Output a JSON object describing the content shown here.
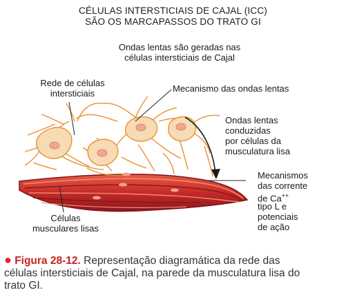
{
  "title": {
    "line1": "CÉLULAS INTERSTICIAIS DE CAJAL (ICC)",
    "line2": "SÃO OS MARCAPASSOS DO TRATO GI"
  },
  "subtitle": {
    "line1": "Ondas lentas são geradas nas",
    "line2": "células intersticiais de Cajal"
  },
  "labels": {
    "network": {
      "line1": "Rede de células",
      "line2": "intersticiais"
    },
    "mechanism": "Mecanismo das ondas lentas",
    "conducted": {
      "line1": "Ondas lentas",
      "line2": "conduzidas",
      "line3": "por células da",
      "line4": "musculatura lisa"
    },
    "mechanisms": {
      "line1": "Mecanismos",
      "line2": "das corrente",
      "line3": "de",
      "line3_ion": "Ca",
      "line3_sup": "++",
      "line4": "tipo L e",
      "line5": "potenciais",
      "line6": "de ação"
    },
    "smooth": {
      "line1": "Células",
      "line2": "musculares lisas"
    }
  },
  "caption": {
    "figure_label": "Figura 28-12.",
    "line1": "Representação diagramática da rede das",
    "line2": "células intersticiais de Cajal, na parede da musculatura lisa do",
    "line3": "trato GI."
  },
  "colors": {
    "cell_fill": "#f6dbb4",
    "cell_stroke": "#e8902e",
    "nucleus": "#f0a890",
    "muscle_dark": "#a31e22",
    "muscle_mid": "#d23a30",
    "muscle_light": "#ec6a52",
    "caption_red": "#c8211f"
  }
}
